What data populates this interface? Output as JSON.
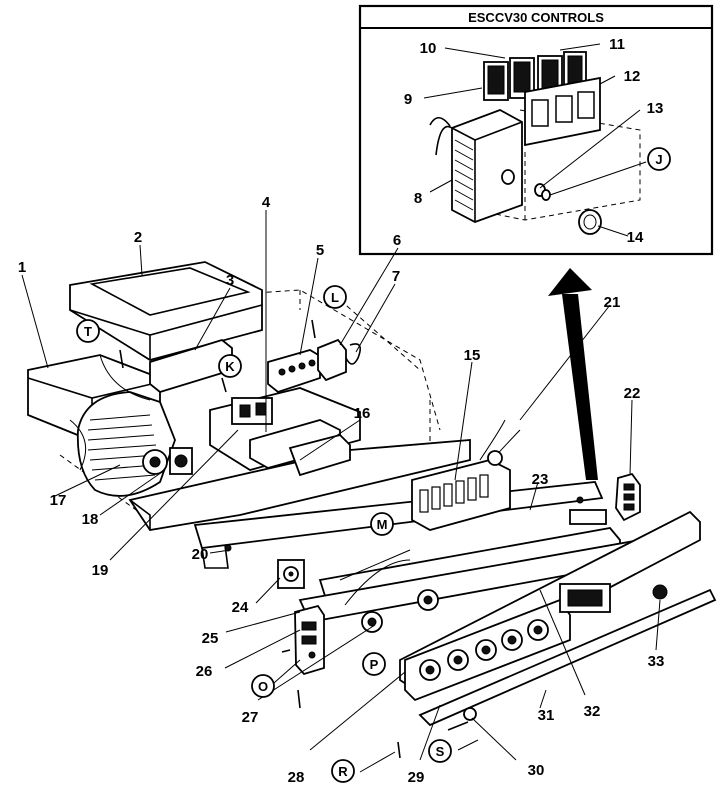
{
  "inset": {
    "title": "ESCCV30 CONTROLS"
  },
  "parts": [
    {
      "id": "p1",
      "label": "1"
    },
    {
      "id": "p2",
      "label": "2"
    },
    {
      "id": "p3",
      "label": "3"
    },
    {
      "id": "p4",
      "label": "4"
    },
    {
      "id": "p5",
      "label": "5"
    },
    {
      "id": "p6",
      "label": "6"
    },
    {
      "id": "p7",
      "label": "7"
    },
    {
      "id": "p8",
      "label": "8"
    },
    {
      "id": "p9",
      "label": "9"
    },
    {
      "id": "p10",
      "label": "10"
    },
    {
      "id": "p11",
      "label": "11"
    },
    {
      "id": "p12",
      "label": "12"
    },
    {
      "id": "p13",
      "label": "13"
    },
    {
      "id": "p14",
      "label": "14"
    },
    {
      "id": "p15",
      "label": "15"
    },
    {
      "id": "p16",
      "label": "16"
    },
    {
      "id": "p17",
      "label": "17"
    },
    {
      "id": "p18",
      "label": "18"
    },
    {
      "id": "p19",
      "label": "19"
    },
    {
      "id": "p20",
      "label": "20"
    },
    {
      "id": "p21",
      "label": "21"
    },
    {
      "id": "p22",
      "label": "22"
    },
    {
      "id": "p23",
      "label": "23"
    },
    {
      "id": "p24",
      "label": "24"
    },
    {
      "id": "p25",
      "label": "25"
    },
    {
      "id": "p26",
      "label": "26"
    },
    {
      "id": "p27",
      "label": "27"
    },
    {
      "id": "p28",
      "label": "28"
    },
    {
      "id": "p29",
      "label": "29"
    },
    {
      "id": "p30",
      "label": "30"
    },
    {
      "id": "p31",
      "label": "31"
    },
    {
      "id": "p32",
      "label": "32"
    },
    {
      "id": "p33",
      "label": "33"
    }
  ],
  "callouts": [
    {
      "id": "cT",
      "label": "T"
    },
    {
      "id": "cK",
      "label": "K"
    },
    {
      "id": "cL",
      "label": "L"
    },
    {
      "id": "cJ",
      "label": "J"
    },
    {
      "id": "cM",
      "label": "M"
    },
    {
      "id": "cO",
      "label": "O"
    },
    {
      "id": "cP",
      "label": "P"
    },
    {
      "id": "cR",
      "label": "R"
    },
    {
      "id": "cS",
      "label": "S"
    }
  ]
}
